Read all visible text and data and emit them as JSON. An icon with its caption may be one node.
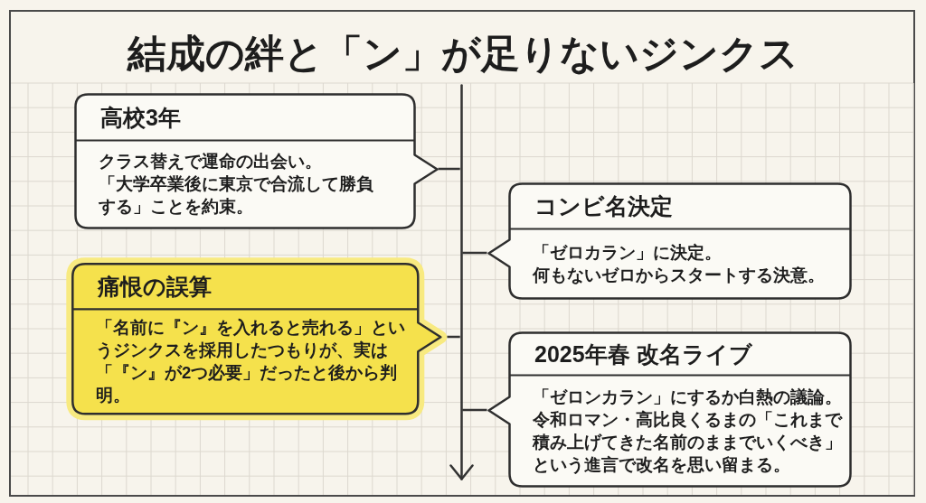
{
  "diagram": {
    "title": "結成の絆と「ン」が足りないジンクス",
    "nodes": [
      {
        "text": [
          "高校3年",
          "クラス替えで運命の出会い。",
          "「大学卒業後に東京で合流して勝負する」ことを約束。"
        ]
      },
      {
        "text": [
          "コンビ名決定",
          "「ゼロカラン」に決定。",
          "何もないゼロからスタートする決意。"
        ]
      },
      {
        "text": [
          "痛恨の誤算",
          "「名前に『ン』を入れると売れる」というジンクスを採用したつもりが、実は「『ン』が2つ必要」だったと後から判明。"
        ]
      },
      {
        "text": [
          "2025年春 改名ライブ",
          "「ゼロンカラン」にするか白熱の議論。",
          "令和ロマン・高比良くるまの「これまで積み上げてきた名前のままでいくべき」という進言で改名を思い留まる。"
        ]
      },
      {
        "text": [],
        "shape": "bar"
      }
    ],
    "edges": [
      {
        "from": 0,
        "to": 4,
        "arrow": "none"
      },
      {
        "from": 1,
        "to": 4,
        "arrow": "none"
      },
      {
        "from": 2,
        "to": 4,
        "arrow": "none"
      },
      {
        "from": 3,
        "to": 4,
        "arrow": "none"
      }
    ]
  }
}
